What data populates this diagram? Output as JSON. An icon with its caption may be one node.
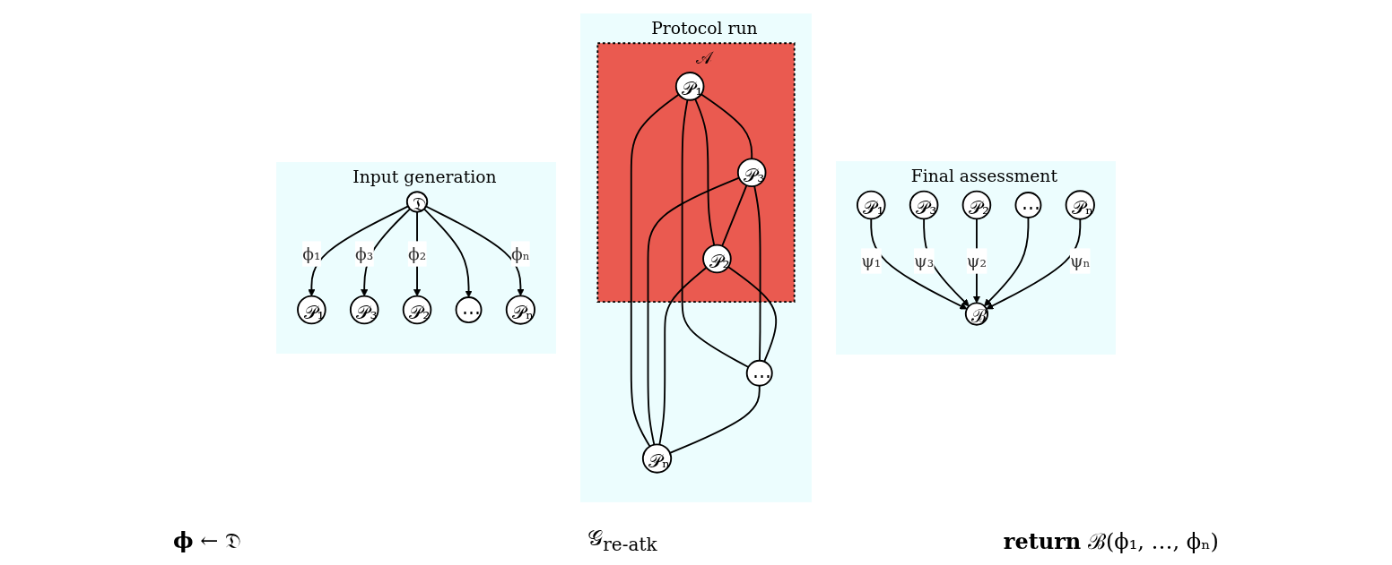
{
  "diagram": {
    "nodes": [
      {
        "text": [
          "Input generation"
        ]
      },
      {
        "text": [
          "𝒫₁"
        ],
        "in": 0
      },
      {
        "text": [
          "𝒫₃"
        ],
        "in": 0
      },
      {
        "text": [
          "𝔇"
        ],
        "in": 0
      },
      {
        "text": [
          "𝒫₂"
        ],
        "in": 0
      },
      {
        "text": [
          "⋯"
        ],
        "in": 0
      },
      {
        "text": [
          "𝒫ₙ"
        ],
        "in": 0
      },
      {
        "text": [
          "Protocol run"
        ]
      },
      {
        "text": [
          "𝒜"
        ],
        "in": 7
      },
      {
        "text": [
          "𝒫₁"
        ],
        "in": 8
      },
      {
        "text": [
          "𝒫₃"
        ],
        "in": 8
      },
      {
        "text": [
          "𝒫₂"
        ],
        "in": 8
      },
      {
        "text": [
          "⋯"
        ],
        "in": 7
      },
      {
        "text": [
          "𝒫ₙ"
        ],
        "in": 7
      },
      {
        "text": [
          "Final assessment"
        ]
      },
      {
        "text": [
          "𝒫₁"
        ],
        "in": 14
      },
      {
        "text": [
          "𝒫₃"
        ],
        "in": 14
      },
      {
        "text": [
          "ℬ"
        ],
        "in": 14
      },
      {
        "text": [
          "𝒫₂"
        ],
        "in": 14
      },
      {
        "text": [
          "⋯"
        ],
        "in": 14
      },
      {
        "text": [
          "𝒫ₙ"
        ],
        "in": 14
      }
    ],
    "edges": [
      {
        "from": 3,
        "to": 1,
        "arrow": "to",
        "label": "ϕ₁"
      },
      {
        "from": 3,
        "to": 2,
        "arrow": "to",
        "label": "ϕ₃"
      },
      {
        "from": 3,
        "to": 4,
        "arrow": "to",
        "label": "ϕ₂"
      },
      {
        "from": 3,
        "to": 5,
        "arrow": "to"
      },
      {
        "from": 3,
        "to": 6,
        "arrow": "to",
        "label": "ϕₙ"
      },
      {
        "from": 9,
        "to": 10,
        "arrow": "none"
      },
      {
        "from": 9,
        "to": 11,
        "arrow": "none"
      },
      {
        "from": 9,
        "to": 12,
        "arrow": "none"
      },
      {
        "from": 9,
        "to": 13,
        "arrow": "none"
      },
      {
        "from": 10,
        "to": 11,
        "arrow": "none"
      },
      {
        "from": 10,
        "to": 12,
        "arrow": "none"
      },
      {
        "from": 10,
        "to": 13,
        "arrow": "none"
      },
      {
        "from": 11,
        "to": 12,
        "arrow": "none"
      },
      {
        "from": 11,
        "to": 13,
        "arrow": "none"
      },
      {
        "from": 12,
        "to": 13,
        "arrow": "none"
      },
      {
        "from": 15,
        "to": 17,
        "arrow": "to",
        "label": "ψ₁"
      },
      {
        "from": 16,
        "to": 17,
        "arrow": "to",
        "label": "ψ₃"
      },
      {
        "from": 18,
        "to": 17,
        "arrow": "to",
        "label": "ψ₂"
      },
      {
        "from": 19,
        "to": 17,
        "arrow": "to"
      },
      {
        "from": 20,
        "to": 17,
        "arrow": "to",
        "label": "ψₙ"
      }
    ],
    "labels": [
      "**ϕ** ← 𝔇",
      "𝒢$_{re-atk}$",
      "**return** ℬ(ϕ₁, …, ϕₙ)"
    ]
  }
}
